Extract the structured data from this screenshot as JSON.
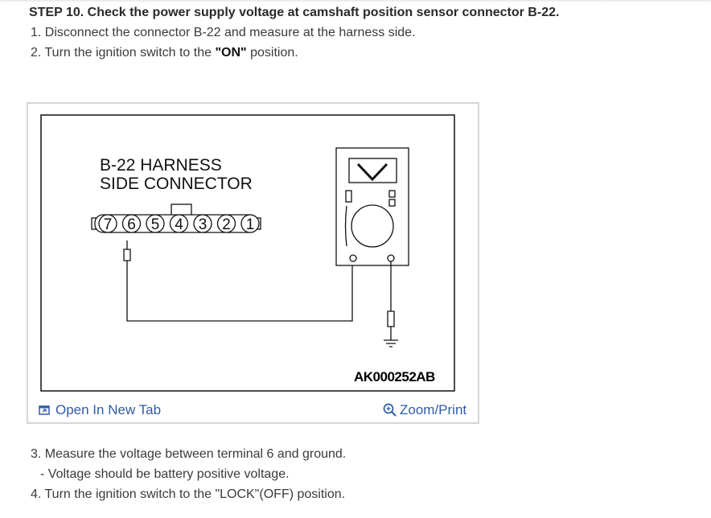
{
  "step": {
    "title": "STEP 10. Check the power supply voltage at camshaft position sensor connector B-22.",
    "item1": "1. Disconnect the connector B-22 and measure at the harness side.",
    "item2_prefix": "2. Turn the ignition switch to the ",
    "item2_bold": "\"ON\"",
    "item2_suffix": " position."
  },
  "figure": {
    "connector_label_line1": "B-22 HARNESS",
    "connector_label_line2": "SIDE CONNECTOR",
    "terminals": [
      "7",
      "6",
      "5",
      "4",
      "3",
      "2",
      "1"
    ],
    "meter_symbol": "V",
    "reference_code": "AK000252AB",
    "open_tab_label": "Open In New Tab",
    "zoom_label": "Zoom/Print",
    "open_tab_icon": "open-in-new-tab-icon",
    "zoom_icon": "magnifier-icon",
    "link_color": "#2f5ba8"
  },
  "after": {
    "item3": "3. Measure the voltage between terminal 6 and ground.",
    "item3_sub": "- Voltage should be battery positive voltage.",
    "item4": "4. Turn the ignition switch to the \"LOCK\"(OFF) position."
  }
}
